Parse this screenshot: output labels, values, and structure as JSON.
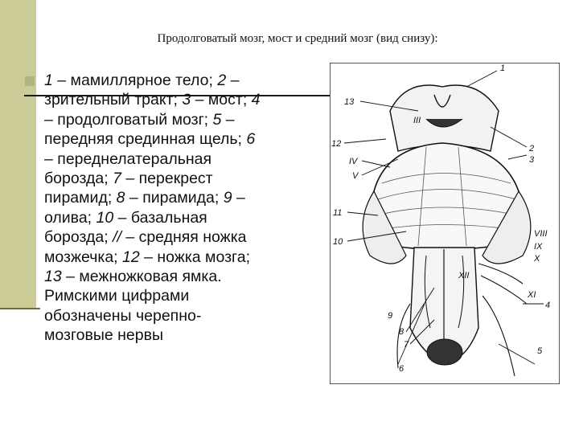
{
  "slide": {
    "title": "Продолговатый мозг, мост и средний мозг (вид снизу):",
    "lines": [
      [
        {
          "t": "1",
          "i": true
        },
        {
          "t": " – мамиллярное тело; "
        },
        {
          "t": "2",
          "i": true
        },
        {
          "t": " –"
        }
      ],
      [
        {
          "t": "зрительный тракт; "
        },
        {
          "t": "3",
          "i": true
        },
        {
          "t": " – мост; "
        },
        {
          "t": "4",
          "i": true
        }
      ],
      [
        {
          "t": "– продолговатый мозг; "
        },
        {
          "t": "5",
          "i": true
        },
        {
          "t": " –"
        }
      ],
      [
        {
          "t": "передняя срединная щель; "
        },
        {
          "t": "6",
          "i": true
        }
      ],
      [
        {
          "t": "– переднелатеральная"
        }
      ],
      [
        {
          "t": "борозда; "
        },
        {
          "t": "7",
          "i": true
        },
        {
          "t": " – перекрест"
        }
      ],
      [
        {
          "t": "пирамид; "
        },
        {
          "t": "8",
          "i": true
        },
        {
          "t": " – пирамида; "
        },
        {
          "t": "9",
          "i": true
        },
        {
          "t": " –"
        }
      ],
      [
        {
          "t": "олива; "
        },
        {
          "t": "10",
          "i": true
        },
        {
          "t": " – базальная"
        }
      ],
      [
        {
          "t": "борозда; "
        },
        {
          "t": "//",
          "i": true
        },
        {
          "t": " – средняя ножка"
        }
      ],
      [
        {
          "t": "мозжечка; "
        },
        {
          "t": "12",
          "i": true
        },
        {
          "t": " – ножка мозга;"
        }
      ],
      [
        {
          "t": "13",
          "i": true
        },
        {
          "t": " – межножковая ямка."
        }
      ],
      [
        {
          "t": "Римскими цифрами"
        }
      ],
      [
        {
          "t": "обозначены черепно-"
        }
      ],
      [
        {
          "t": "мозговые нервы"
        }
      ]
    ]
  },
  "figure": {
    "labels": {
      "l1": "1",
      "l13": "13",
      "lIII": "III",
      "l12": "12",
      "l2": "2",
      "l3": "3",
      "lIV": "IV",
      "lV": "V",
      "l11": "11",
      "l10": "10",
      "lVIII": "VIII",
      "lIX": "IX",
      "lX": "X",
      "lXII": "XII",
      "lXI": "XI",
      "l4": "4",
      "l9": "9",
      "l8": "8",
      "l7": "7",
      "l5": "5",
      "l6": "6"
    }
  }
}
